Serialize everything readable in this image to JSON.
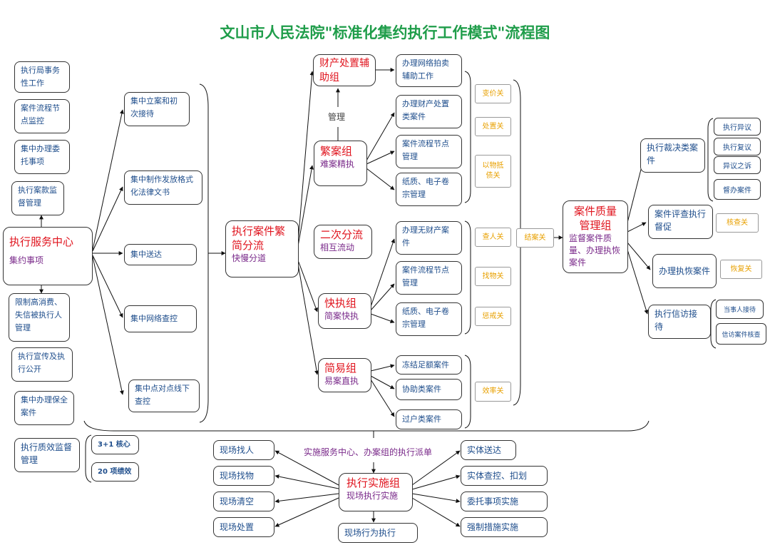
{
  "title": "文山市人民法院\"标准化集约执行工作模式\"流程图",
  "center": {
    "title": "执行服务中心",
    "subtitle": "集约事项"
  },
  "left_items": [
    "执行局事务性工作",
    "案件流程节点监控",
    "集中办理委托事项",
    "执行案款监督管理",
    "限制高消费、失信被执行人管理",
    "执行宣传及执行公开",
    "集中办理保全案件"
  ],
  "mid_items": [
    "集中立案和初次接待",
    "集中制作发放格式化法律文书",
    "集中送达",
    "集中网络查控",
    "集中点对点线下查控"
  ],
  "flow": {
    "title": "执行案件繁简分流",
    "subtitle": "快慢分道"
  },
  "property_group": {
    "title": "财产处置辅助组"
  },
  "property_sub": "办理网络拍卖辅助工作",
  "manage_label": "管理",
  "complex_group": {
    "title": "繁案组",
    "subtitle": "难案精执"
  },
  "complex_items": [
    "办理财产处置类案件",
    "案件流程节点管理",
    "纸质、电子卷宗管理"
  ],
  "secondary": {
    "title": "二次分流",
    "subtitle": "相互流动"
  },
  "fast_group": {
    "title": "快执组",
    "subtitle": "简案快执"
  },
  "fast_items": [
    "办理无财产案件",
    "案件流程节点管理",
    "纸质、电子卷宗管理"
  ],
  "simple_group": {
    "title": "简易组",
    "subtitle": "易案直执"
  },
  "simple_items": [
    "冻结足额案件",
    "协助类案件",
    "过户类案件"
  ],
  "gates": [
    "变价关",
    "处置关",
    "以物抵债关",
    "查人关",
    "找物关",
    "惩戒关",
    "效率关"
  ],
  "close_gate": "结案关",
  "quality": {
    "title": "案件质量管理组",
    "subtitle": "监督案件质量、办理执恢案件"
  },
  "ruling": "执行裁决类案件",
  "ruling_items": [
    "执行异议",
    "执行复议",
    "异议之诉",
    "督办案件"
  ],
  "evaluate": "案件评查执行督促",
  "evaluate_gate": "核查关",
  "recovery": "办理执恢案件",
  "recovery_gate": "恢复关",
  "petition": "执行信访接待",
  "petition_items": [
    "当事人接待",
    "信访案件核查"
  ],
  "supervise": "执行质效监督管理",
  "supervise_items": [
    "3+1 核心",
    "20 项绩效"
  ],
  "dispatch_label": "实施服务中心、办案组的执行派单",
  "impl": {
    "title": "执行实施组",
    "subtitle": "现场执行实施"
  },
  "impl_left": [
    "现场找人",
    "现场找物",
    "现场清空",
    "现场处置"
  ],
  "impl_bottom": "现场行为执行",
  "impl_right": [
    "实体送达",
    "实体查控、扣划",
    "委托事项实施",
    "强制措施实施"
  ],
  "colors": {
    "title": "#1f9d4a",
    "red": "#e0141e",
    "purple": "#7a2a8a",
    "blue": "#1f4e8c",
    "orange": "#e8a000"
  }
}
